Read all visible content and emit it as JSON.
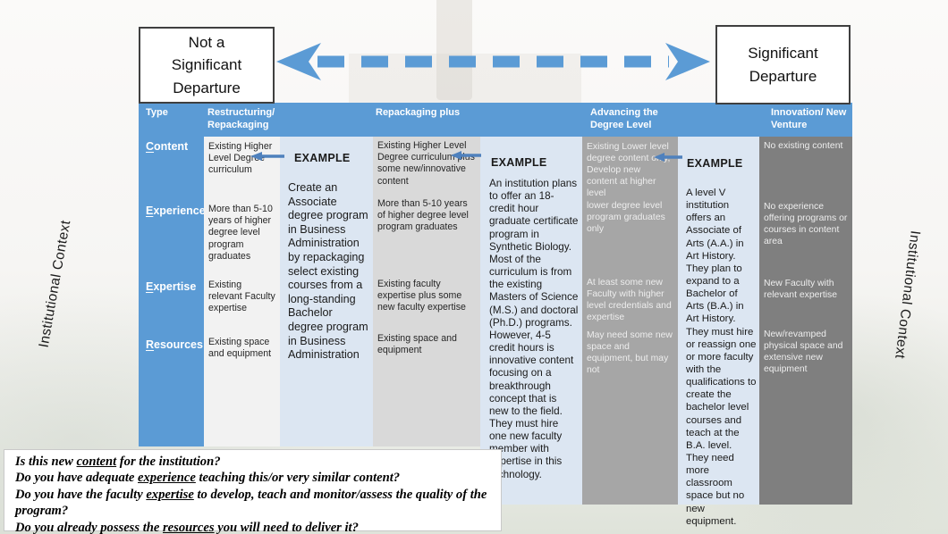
{
  "colors": {
    "accent_blue": "#5b9bd5",
    "mini_arrow_blue": "#4f81bd",
    "col1_bg": "#f2f2f2",
    "example_bg": "#dce6f2",
    "col2_bg": "#d9d9d9",
    "col3_bg": "#a6a6a6",
    "col4_bg": "#7f7f7f"
  },
  "spectrum": {
    "left_box_label": "Not a\nSignificant\nDeparture",
    "right_box_label": "Significant\nDeparture"
  },
  "side_labels": {
    "left": "Institutional Context",
    "right": "Institutional Context"
  },
  "table": {
    "type_header": "Type",
    "row_labels": [
      {
        "first": "C",
        "rest": "ontent"
      },
      {
        "first": "E",
        "rest": "xperience"
      },
      {
        "first": "E",
        "rest": "xpertise"
      },
      {
        "first": "R",
        "rest": "esources"
      }
    ],
    "columns": [
      {
        "header": "Restructuring/\nRepackaging",
        "values": [
          "Existing Higher Level Degree curriculum",
          "More than 5-10 years of higher degree level program graduates",
          "Existing relevant Faculty expertise",
          "Existing space and equipment"
        ]
      },
      {
        "header": "Repackaging plus",
        "values": [
          "Existing Higher Level Degree curriculum plus some new/innovative content",
          "More than 5-10 years of higher degree level program graduates",
          "Existing faculty expertise plus some new faculty expertise",
          "Existing space and equipment"
        ]
      },
      {
        "header": "Advancing the\nDegree Level",
        "values": [
          "Existing Lower level degree content only, Develop new content at higher level",
          "lower degree level program graduates only",
          "At least some new Faculty with higher level credentials and expertise",
          "May need some new space and equipment, but may not"
        ]
      },
      {
        "header": "Innovation/ New\nVenture",
        "values": [
          "No existing content",
          "No experience offering programs or courses in content area",
          "New Faculty with relevant expertise",
          "New/revamped physical space and extensive new equipment"
        ]
      }
    ],
    "examples": [
      {
        "label": "EXAMPLE",
        "body": "Create an Associate degree program in Business Administration by repackaging select existing courses from a long-standing Bachelor degree program in Business Administration"
      },
      {
        "label": "EXAMPLE",
        "body": "An institution plans to offer an 18-credit hour graduate certificate program in Synthetic Biology. Most of the curriculum is from the existing Masters of Science (M.S.) and doctoral (Ph.D.) programs. However, 4-5 credit hours is innovative content focusing on a breakthrough concept that is new to the field.  They must hire one new faculty member with expertise in this technology."
      },
      {
        "label": "EXAMPLE",
        "body": "A level V institution offers an Associate of Arts (A.A.) in Art History.  They plan to expand to a Bachelor of Arts (B.A.) in Art History.  They must hire or reassign one or more faculty with the qualifications to create the bachelor level courses and teach at the B.A. level.  They need more classroom space but no new equipment."
      }
    ]
  },
  "questions": [
    [
      {
        "t": "Is this new "
      },
      {
        "t": "content",
        "u": true
      },
      {
        "t": " for the institution?"
      }
    ],
    [
      {
        "t": "Do you have adequate "
      },
      {
        "t": "experience",
        "u": true
      },
      {
        "t": " teaching this/or very similar content?"
      }
    ],
    [
      {
        "t": "Do you have the faculty "
      },
      {
        "t": "expertise",
        "u": true
      },
      {
        "t": " to develop, teach and monitor/assess the quality of the program?"
      }
    ],
    [
      {
        "t": "Do you already possess the "
      },
      {
        "t": "resources",
        "u": true
      },
      {
        "t": " you will need to deliver it?"
      }
    ]
  ]
}
